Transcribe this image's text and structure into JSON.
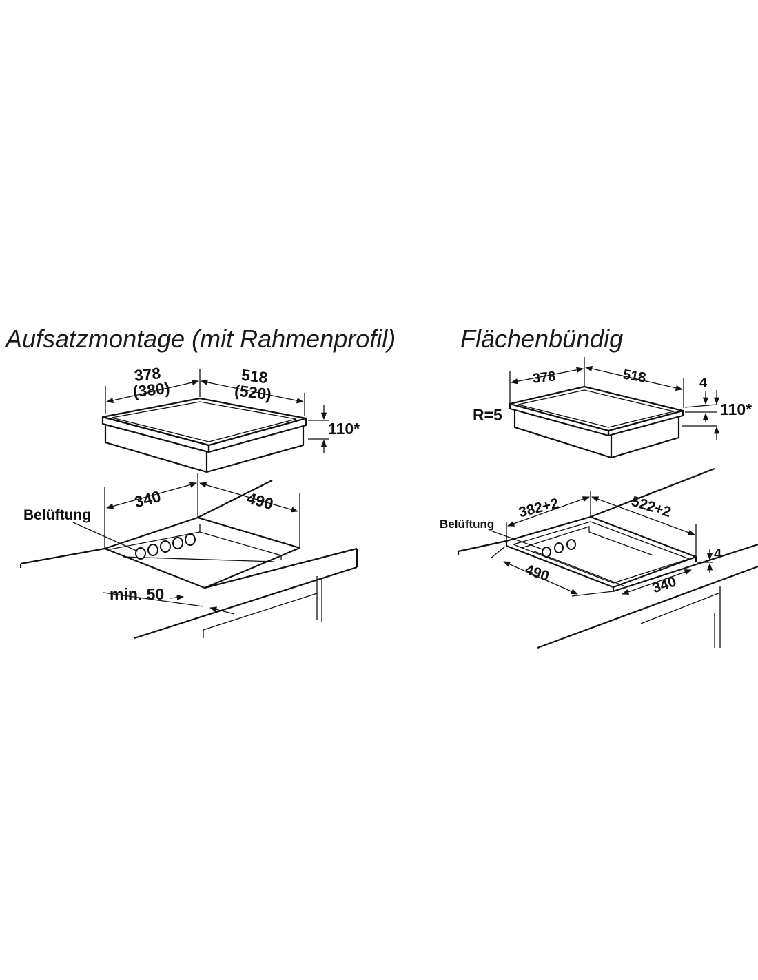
{
  "left_panel": {
    "title": "Aufsatzmontage (mit Rahmenprofil)",
    "width_dim": "378",
    "width_dim_alt": "(380)",
    "depth_dim": "518",
    "depth_dim_alt": "(520)",
    "height_dim": "110*",
    "cutout_width": "340",
    "cutout_depth": "490",
    "ventilation_label": "Belüftung",
    "min_distance": "min. 50"
  },
  "right_panel": {
    "title": "Flächenbündig",
    "width_dim": "378",
    "depth_dim": "518",
    "radius": "R=5",
    "step_dim": "4",
    "height_dim": "110*",
    "rebate_width": "382+2",
    "rebate_depth": "522+2",
    "ventilation_label": "Belüftung",
    "cutout_depth": "490",
    "cutout_width": "340",
    "rebate_step": "4"
  }
}
